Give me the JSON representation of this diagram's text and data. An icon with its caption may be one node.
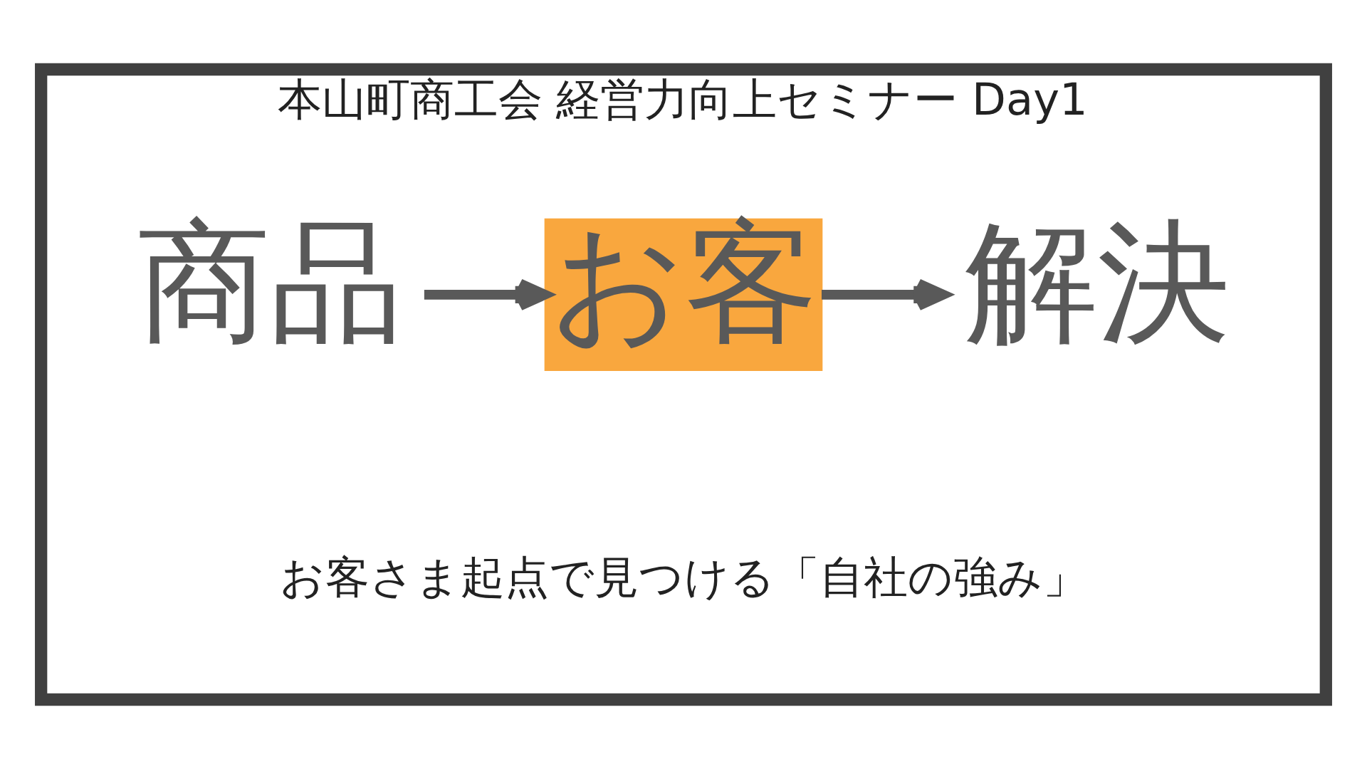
{
  "diagram": {
    "nodes": [
      {
        "text": [
          "本山町商工会 経営力向上セミナー Day1",
          "お客さま起点で見つける「自社の強み」"
        ]
      },
      {
        "text": [
          "商品"
        ],
        "in": 0
      },
      {
        "text": [
          "お客"
        ],
        "in": 0
      },
      {
        "text": [
          "解決"
        ],
        "in": 0
      }
    ],
    "edges": [
      {
        "from": 1,
        "to": 2,
        "arrow": "to"
      },
      {
        "from": 2,
        "to": 3,
        "arrow": "to"
      }
    ]
  }
}
